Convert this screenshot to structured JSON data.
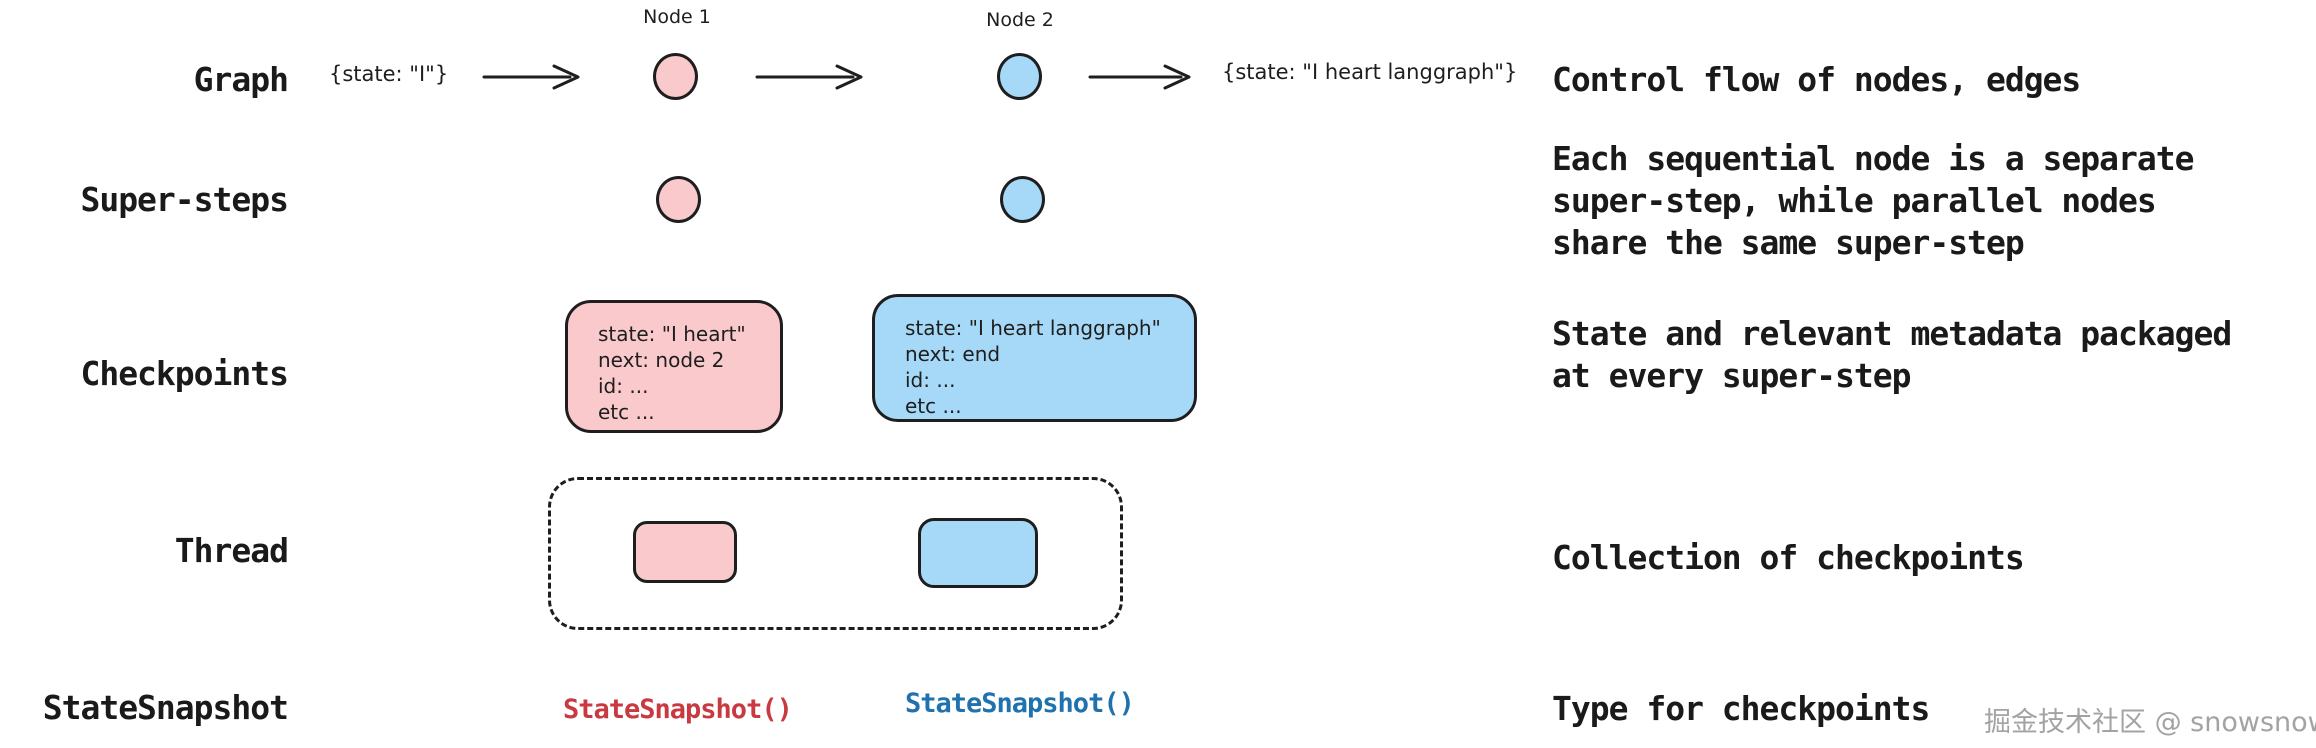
{
  "rows": [
    {
      "label": "Graph",
      "description_lines": [
        "Control flow of nodes, edges"
      ]
    },
    {
      "label": "Super-steps",
      "description_lines": [
        "Each sequential node is a separate",
        "super-step, while parallel nodes",
        "share the same super-step"
      ]
    },
    {
      "label": "Checkpoints",
      "description_lines": [
        "State and relevant metadata packaged",
        "at every super-step"
      ]
    },
    {
      "label": "Thread",
      "description_lines": [
        "Collection of checkpoints"
      ]
    },
    {
      "label": "StateSnapshot",
      "description_lines": [
        "Type for checkpoints"
      ]
    }
  ],
  "graph_flow": {
    "input_state": "{state: \"I\"}",
    "node1_label": "Node 1",
    "node2_label": "Node 2",
    "output_state": "{state: \"I heart langgraph\"}"
  },
  "checkpoint1_lines": [
    "state: \"I heart\"",
    "next: node 2",
    "id: ...",
    "etc ..."
  ],
  "checkpoint2_lines": [
    "state: \"I heart langgraph\"",
    "next: end",
    "id: ...",
    "etc ..."
  ],
  "snapshots": {
    "snapshot1": "StateSnapshot()",
    "snapshot2": "StateSnapshot()"
  },
  "watermark": "掘金技术社区 @ snowsnow",
  "colors": {
    "ink": "#1e1e1e",
    "node_pink_fill": "#f9c9cc",
    "node_blue_fill": "#a6d9f7",
    "snapshot_red": "#c93a40",
    "snapshot_blue": "#1f72ad",
    "watermark_gray": "#a3a3a3"
  }
}
